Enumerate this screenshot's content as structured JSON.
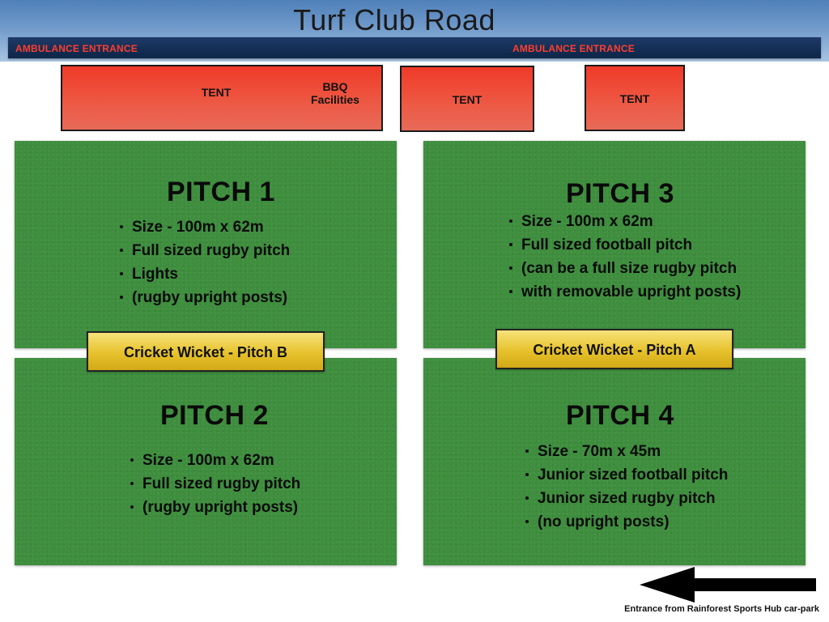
{
  "road": {
    "title": "Turf Club Road",
    "ambulance_entrances": [
      "AMBULANCE ENTRANCE",
      "AMBULANCE ENTRANCE"
    ]
  },
  "tents": {
    "tent1_label": "TENT",
    "bbq_label_line1": "BBQ",
    "bbq_label_line2": "Facilities",
    "tent2_label": "TENT",
    "tent3_label": "TENT"
  },
  "pitches": {
    "pitch1": {
      "title": "PITCH 1",
      "items": [
        "Size - 100m x 62m",
        "Full sized rugby pitch",
        "Lights",
        "(rugby upright posts)"
      ]
    },
    "pitch2": {
      "title": "PITCH 2",
      "items": [
        "Size - 100m x 62m",
        "Full sized rugby pitch",
        "(rugby upright posts)"
      ]
    },
    "pitch3": {
      "title": "PITCH 3",
      "items": [
        "Size - 100m x 62m",
        "Full sized football pitch",
        "(can be a full size rugby pitch"
      ],
      "continuation": "with removable upright posts)"
    },
    "pitch4": {
      "title": "PITCH 4",
      "items": [
        "Size - 70m x 45m",
        "Junior sized football pitch",
        "Junior sized rugby pitch",
        "(no upright posts)"
      ]
    }
  },
  "wickets": {
    "b": "Cricket Wicket - Pitch B",
    "a": "Cricket Wicket - Pitch A"
  },
  "entrance": {
    "label": "Entrance from Rainforest Sports Hub car-park",
    "icon": "left-arrow-icon"
  },
  "colors": {
    "road": "#6c97c9",
    "ambulance_bar": "#0d2548",
    "ambulance_text": "#ff3d2e",
    "tent": "#ef3a28",
    "pitch": "#3e8e3e",
    "wicket": "#e6c22c"
  }
}
